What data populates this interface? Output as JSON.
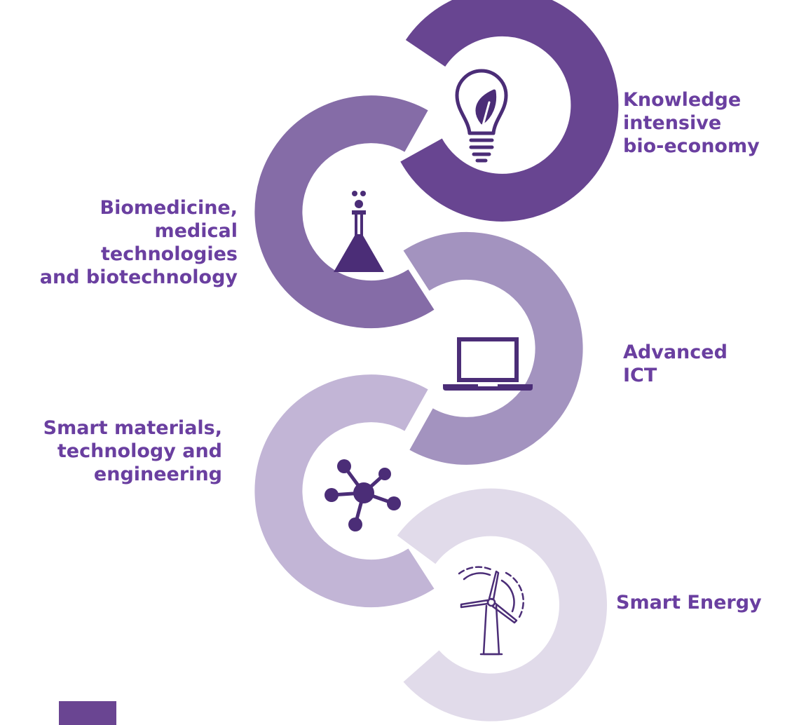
{
  "diagram": {
    "items": [
      {
        "label": "Knowledge\nintensive\nbio-economy",
        "color": "#684591",
        "icon": "lightbulb-leaf-icon"
      },
      {
        "label": "Biomedicine,\nmedical\ntechnologies\nand biotechnology",
        "color": "#856ca7",
        "icon": "flask-icon"
      },
      {
        "label": "Advanced\nICT",
        "color": "#a393bf",
        "icon": "laptop-icon"
      },
      {
        "label": "Smart materials,\ntechnology and\nengineering",
        "color": "#c2b5d6",
        "icon": "molecule-icon"
      },
      {
        "label": "Smart Energy",
        "color": "#e1dbea",
        "icon": "wind-turbine-icon"
      }
    ],
    "text_color": "#6a3fa0",
    "icon_color": "#4b2d77"
  }
}
